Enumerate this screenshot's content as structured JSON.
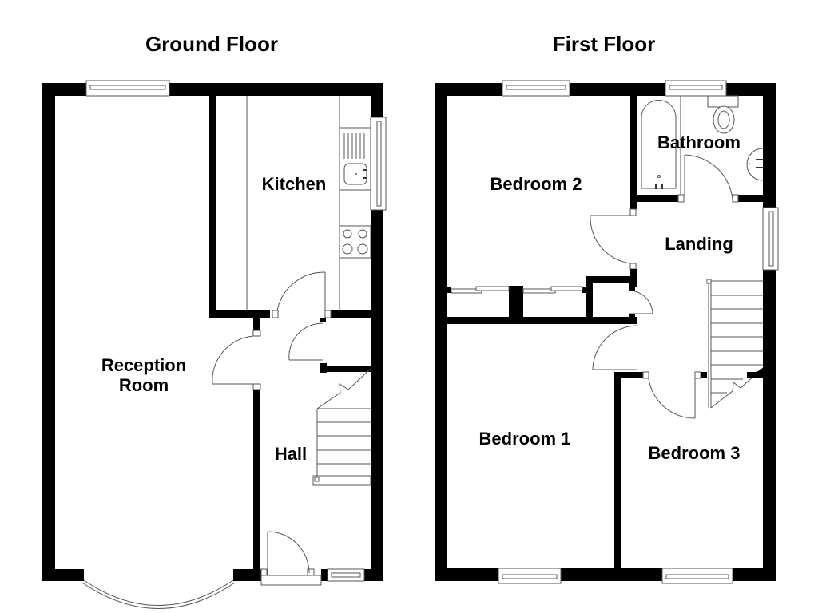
{
  "titles": {
    "ground_floor": "Ground Floor",
    "first_floor": "First Floor"
  },
  "ground_floor": {
    "rooms": [
      {
        "id": "reception",
        "label": "Reception\nRoom",
        "line1": "Reception",
        "line2": "Room"
      },
      {
        "id": "kitchen",
        "label": "Kitchen"
      },
      {
        "id": "hall",
        "label": "Hall"
      }
    ],
    "fixtures": [
      "window",
      "bay-window",
      "sink",
      "hob",
      "front-door",
      "staircase",
      "internal-doors"
    ]
  },
  "first_floor": {
    "rooms": [
      {
        "id": "bedroom2",
        "label": "Bedroom 2"
      },
      {
        "id": "bathroom",
        "label": "Bathroom"
      },
      {
        "id": "landing",
        "label": "Landing"
      },
      {
        "id": "bedroom1",
        "label": "Bedroom 1"
      },
      {
        "id": "bedroom3",
        "label": "Bedroom 3"
      }
    ],
    "fixtures": [
      "bath",
      "toilet",
      "basin",
      "wardrobes",
      "staircase",
      "windows",
      "internal-doors"
    ]
  },
  "colors": {
    "wall": "#000000",
    "line": "#555555",
    "background": "#ffffff"
  }
}
